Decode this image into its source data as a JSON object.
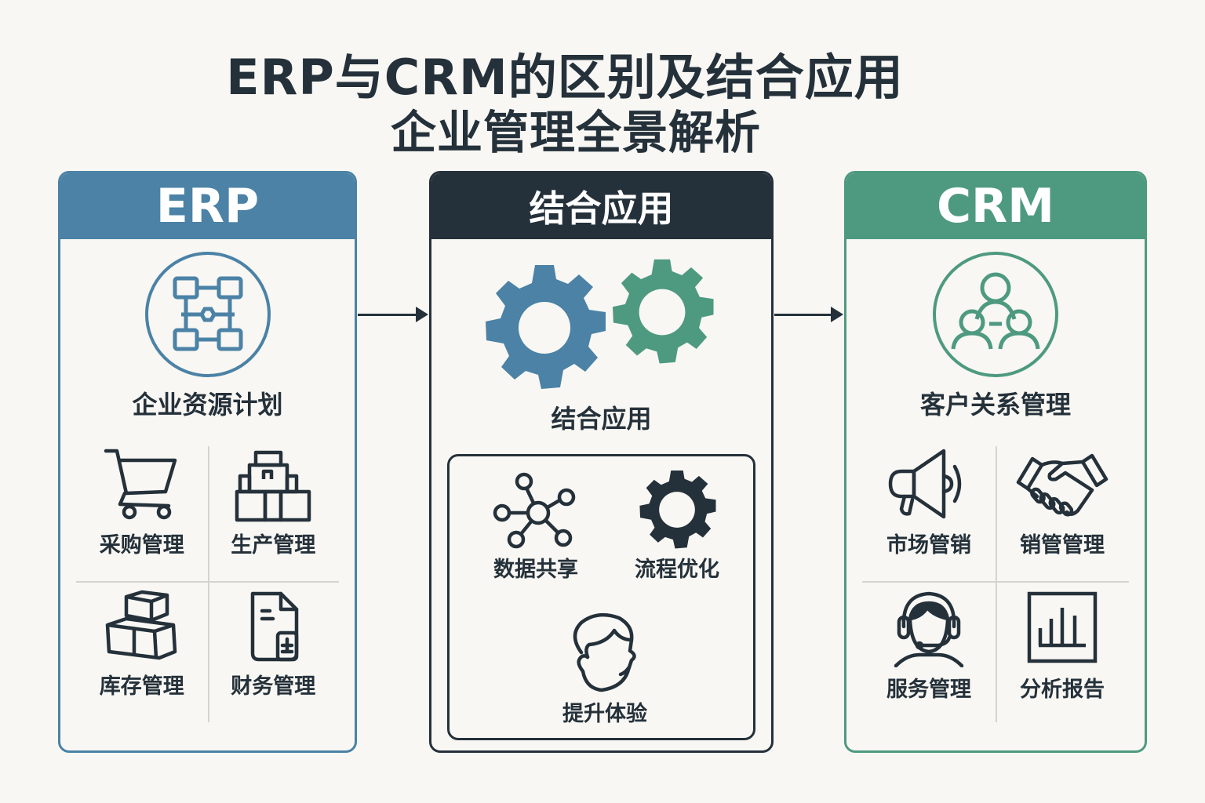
{
  "title": {
    "line1": "ERP与CRM的区别及结合应用",
    "line2": "企业管理全景解析"
  },
  "colors": {
    "erp": "#4b82a6",
    "combined": "#25313a",
    "crm": "#4e9a80",
    "background": "#f8f7f3"
  },
  "erp": {
    "header": "ERP",
    "icon": "network-blocks-icon",
    "subtitle": "企业资源计划",
    "items": [
      {
        "icon": "shopping-cart-icon",
        "label": "采购管理"
      },
      {
        "icon": "factory-icon",
        "label": "生产管理"
      },
      {
        "icon": "boxes-icon",
        "label": "库存管理"
      },
      {
        "icon": "finance-document-icon",
        "label": "财务管理"
      }
    ]
  },
  "combined": {
    "header": "结合应用",
    "icon": "gears-icon",
    "subtitle": "结合应用",
    "items": [
      {
        "icon": "data-share-icon",
        "label": "数据共享"
      },
      {
        "icon": "gear-icon",
        "label": "流程优化"
      },
      {
        "icon": "person-head-icon",
        "label": "提升体验"
      }
    ]
  },
  "crm": {
    "header": "CRM",
    "icon": "people-group-icon",
    "subtitle": "客户关系管理",
    "items": [
      {
        "icon": "megaphone-icon",
        "label": "市场管销"
      },
      {
        "icon": "handshake-icon",
        "label": "销管管理"
      },
      {
        "icon": "headset-agent-icon",
        "label": "服务管理"
      },
      {
        "icon": "bar-chart-icon",
        "label": "分析报告"
      }
    ]
  }
}
